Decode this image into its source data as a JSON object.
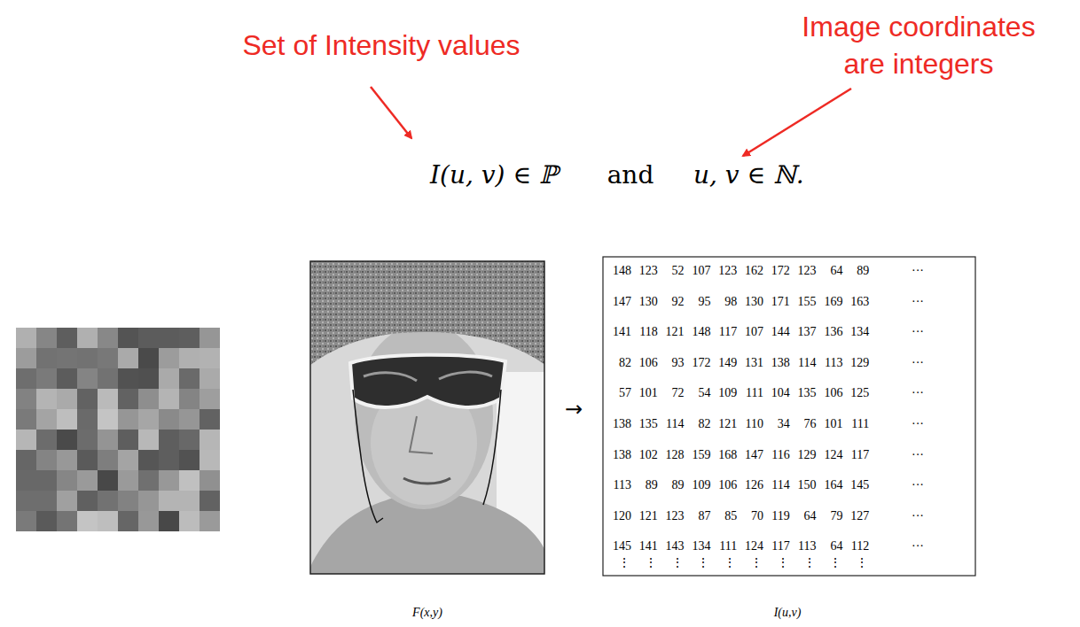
{
  "diagram": {
    "labels": [
      "Set of Intensity values",
      "Image coordinates are integers",
      "I(u, v) ∈ ℙ",
      "and",
      "u, v ∈ ℕ.",
      "→",
      "148",
      "123",
      "52",
      "107",
      "123",
      "162",
      "172",
      "123",
      "64",
      "89",
      "···",
      "147",
      "130",
      "92",
      "95",
      "98",
      "130",
      "171",
      "155",
      "169",
      "163",
      "···",
      "141",
      "118",
      "121",
      "148",
      "117",
      "107",
      "144",
      "137",
      "136",
      "134",
      "···",
      "82",
      "106",
      "93",
      "172",
      "149",
      "131",
      "138",
      "114",
      "113",
      "129",
      "···",
      "57",
      "101",
      "72",
      "54",
      "109",
      "111",
      "104",
      "135",
      "106",
      "125",
      "···",
      "138",
      "135",
      "114",
      "82",
      "121",
      "110",
      "34",
      "76",
      "101",
      "111",
      "···",
      "138",
      "102",
      "128",
      "159",
      "168",
      "147",
      "116",
      "129",
      "124",
      "117",
      "···",
      "113",
      "89",
      "89",
      "109",
      "106",
      "126",
      "114",
      "150",
      "164",
      "145",
      "···",
      "120",
      "121",
      "123",
      "87",
      "85",
      "70",
      "119",
      "64",
      "79",
      "127",
      "···",
      "145",
      "141",
      "143",
      "134",
      "111",
      "124",
      "117",
      "113",
      "64",
      "112",
      "···",
      "⋮",
      "⋮",
      "⋮",
      "⋮",
      "⋮",
      "⋮",
      "⋮",
      "⋮",
      "⋮",
      "⋮",
      "F(x,y)",
      "I(u,v)"
    ]
  }
}
